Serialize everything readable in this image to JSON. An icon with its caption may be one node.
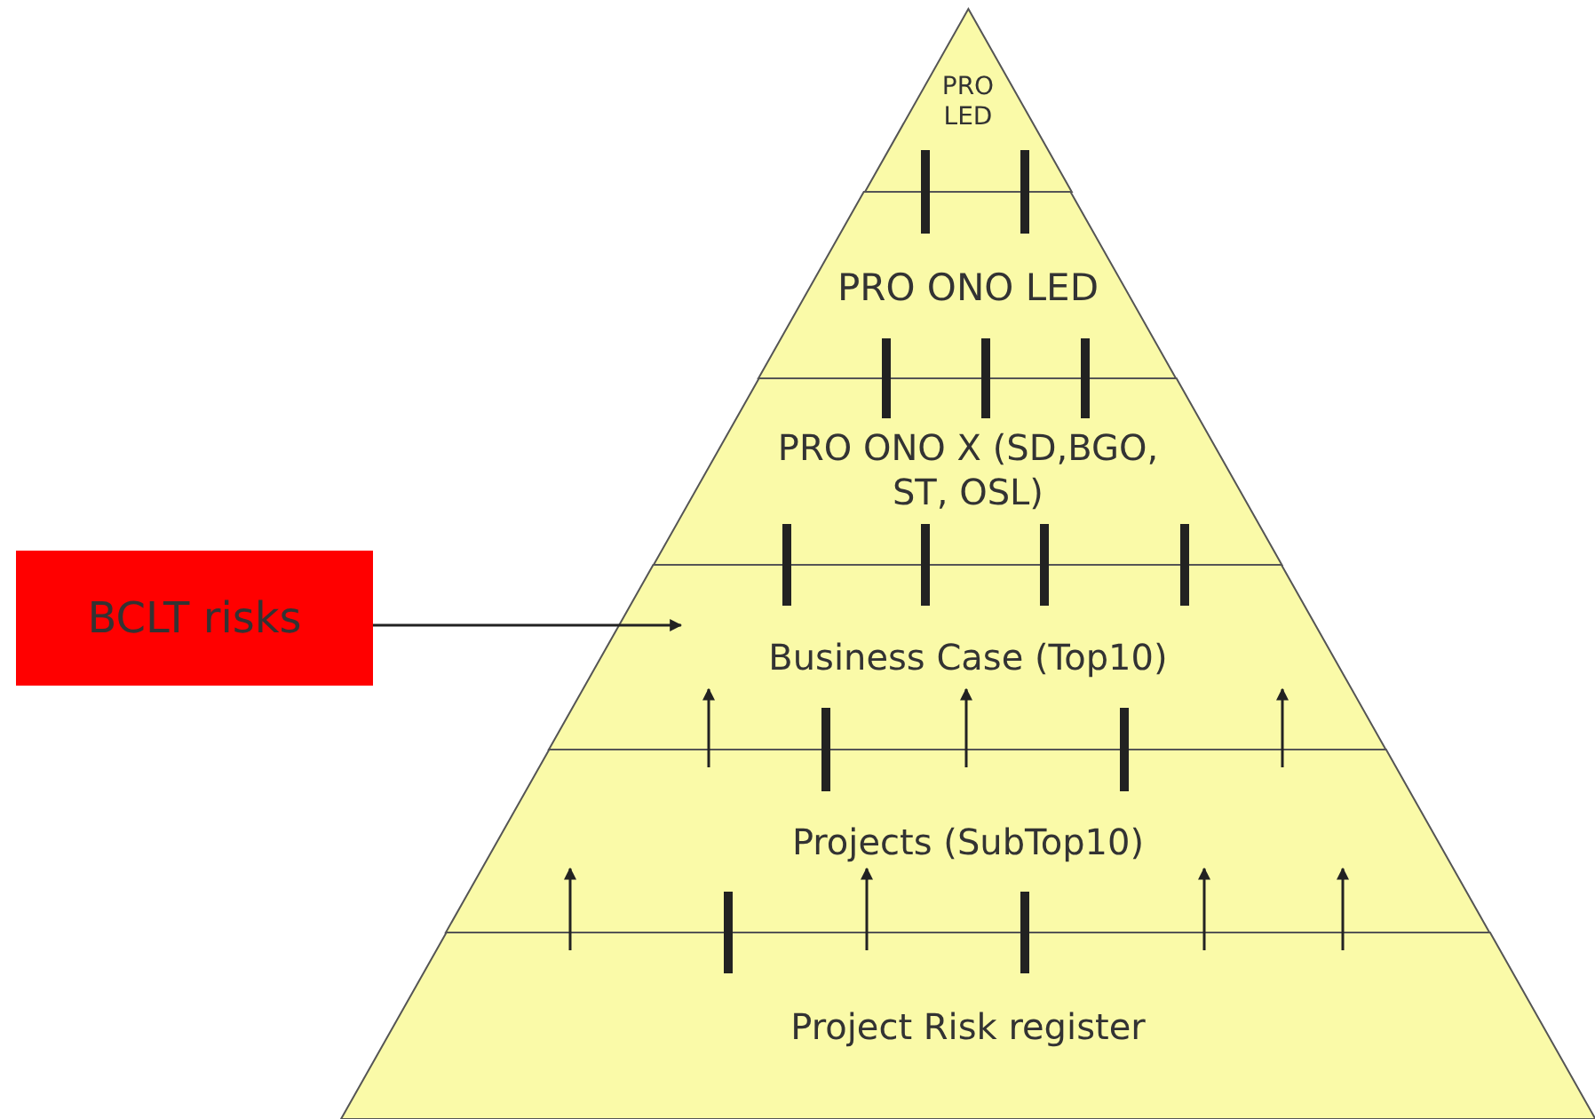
{
  "diagram": {
    "nodes": [
      {
        "text": [
          "PRO LED"
        ]
      },
      {
        "text": [
          "PRO ONO LED"
        ]
      },
      {
        "text": [
          "PRO ONO X (SD,BGO, ST, OSL)"
        ]
      },
      {
        "text": [
          "Business Case (Top10)"
        ]
      },
      {
        "text": [
          "Projects (SubTop10)"
        ]
      },
      {
        "text": [
          "Project Risk register"
        ]
      },
      {
        "text": [
          "BCLT risks"
        ]
      }
    ],
    "edges": [
      {
        "from": 0,
        "to": 1,
        "arrow": "none"
      },
      {
        "from": 0,
        "to": 1,
        "arrow": "none"
      },
      {
        "from": 1,
        "to": 2,
        "arrow": "none"
      },
      {
        "from": 1,
        "to": 2,
        "arrow": "none"
      },
      {
        "from": 1,
        "to": 2,
        "arrow": "none"
      },
      {
        "from": 2,
        "to": 3,
        "arrow": "none"
      },
      {
        "from": 2,
        "to": 3,
        "arrow": "none"
      },
      {
        "from": 2,
        "to": 3,
        "arrow": "none"
      },
      {
        "from": 2,
        "to": 3,
        "arrow": "none"
      },
      {
        "from": 6,
        "to": 3,
        "arrow": "to"
      },
      {
        "from": 4,
        "to": 3,
        "arrow": "to"
      },
      {
        "from": 3,
        "to": 4,
        "arrow": "none"
      },
      {
        "from": 4,
        "to": 3,
        "arrow": "to"
      },
      {
        "from": 3,
        "to": 4,
        "arrow": "none"
      },
      {
        "from": 4,
        "to": 3,
        "arrow": "to"
      },
      {
        "from": 5,
        "to": 4,
        "arrow": "to"
      },
      {
        "from": 4,
        "to": 5,
        "arrow": "none"
      },
      {
        "from": 5,
        "to": 4,
        "arrow": "to"
      },
      {
        "from": 4,
        "to": 5,
        "arrow": "none"
      },
      {
        "from": 5,
        "to": 4,
        "arrow": "to"
      },
      {
        "from": 5,
        "to": 4,
        "arrow": "to"
      }
    ]
  }
}
